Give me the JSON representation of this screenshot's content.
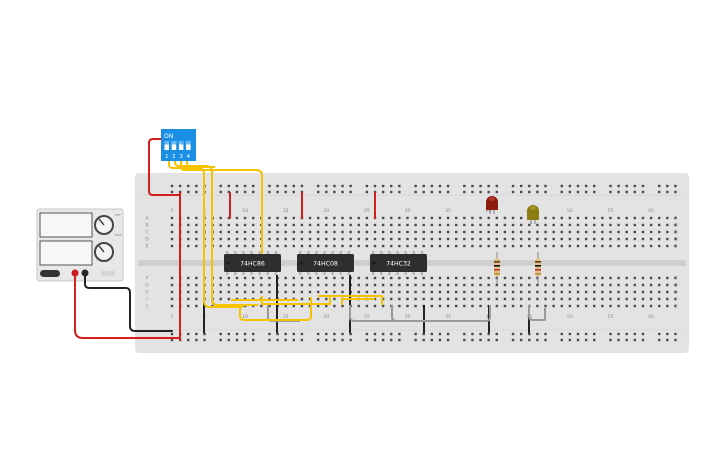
{
  "dip_switch": {
    "on_label": "ON",
    "numbers": [
      "1",
      "2",
      "3",
      "4"
    ]
  },
  "chips": [
    {
      "label": "74HC86"
    },
    {
      "label": "74HC08"
    },
    {
      "label": "74HC32"
    }
  ],
  "breadboard": {
    "column_numbers": [
      "1",
      "5",
      "10",
      "15",
      "20",
      "25",
      "30",
      "35",
      "40",
      "45",
      "50",
      "55",
      "60"
    ],
    "row_letters_top": [
      "A",
      "B",
      "C",
      "D",
      "E"
    ],
    "row_letters_bottom": [
      "F",
      "G",
      "H",
      "I",
      "J"
    ]
  },
  "power_supply": {
    "knob_labels": [
      "OFF",
      "MAX"
    ]
  },
  "leds": [
    {
      "color": "red",
      "hex": "#8e1b10"
    },
    {
      "color": "yellow",
      "hex": "#8c7a12"
    }
  ],
  "colors": {
    "wire_red": "#d41f1f",
    "wire_black": "#222222",
    "wire_yellow": "#f5c400",
    "wire_gray": "#9a9a9a",
    "dip_blue": "#1b8fe3",
    "chip_body": "#2e2e2e",
    "board": "#e3e3e3"
  }
}
